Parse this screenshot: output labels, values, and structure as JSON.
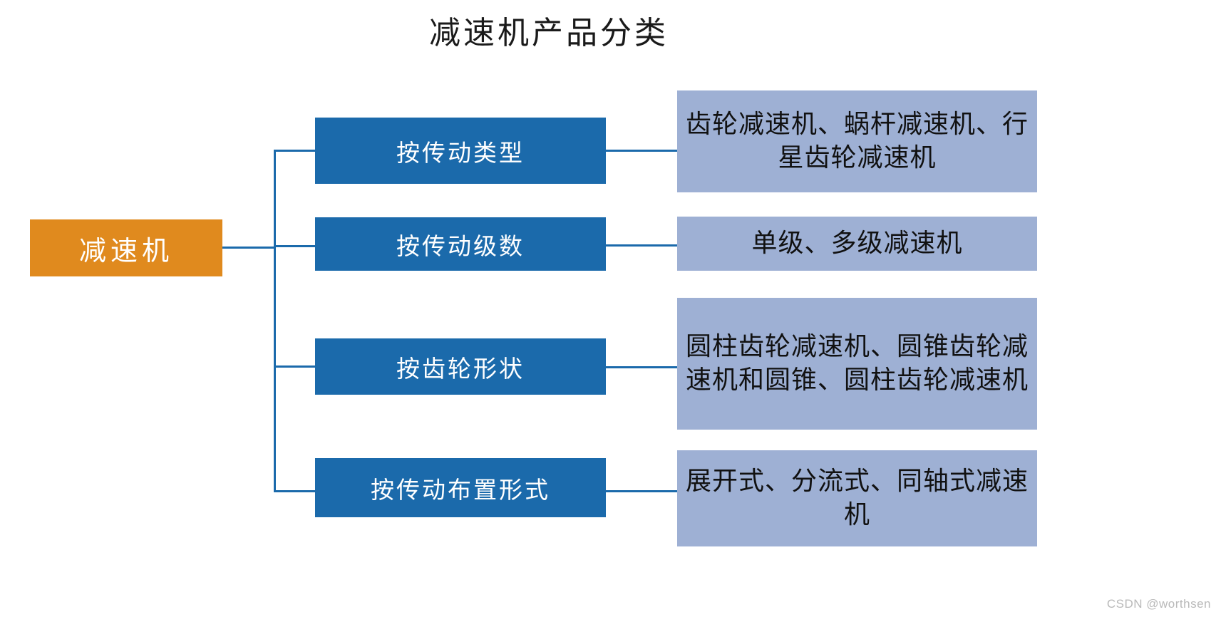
{
  "title": "减速机产品分类",
  "root": {
    "label": "减速机",
    "color": "#E08A1E"
  },
  "categories": [
    {
      "label": "按传动类型",
      "color": "#1B6AAB"
    },
    {
      "label": "按传动级数",
      "color": "#1B6AAB"
    },
    {
      "label": "按齿轮形状",
      "color": "#1B6AAB"
    },
    {
      "label": "按传动布置形式",
      "color": "#1B6AAB"
    }
  ],
  "details": [
    {
      "label": "齿轮减速机、蜗杆减速机、行星齿轮减速机",
      "color": "#9EB0D4"
    },
    {
      "label": "单级、多级减速机",
      "color": "#9EB0D4"
    },
    {
      "label": "圆柱齿轮减速机、圆锥齿轮减速机和圆锥、圆柱齿轮减速机",
      "color": "#9EB0D4"
    },
    {
      "label": "展开式、分流式、同轴式减速机",
      "color": "#9EB0D4"
    }
  ],
  "connector_color": "#1B6AAB",
  "watermark": "CSDN @worthsen",
  "background": "#FFFFFF"
}
